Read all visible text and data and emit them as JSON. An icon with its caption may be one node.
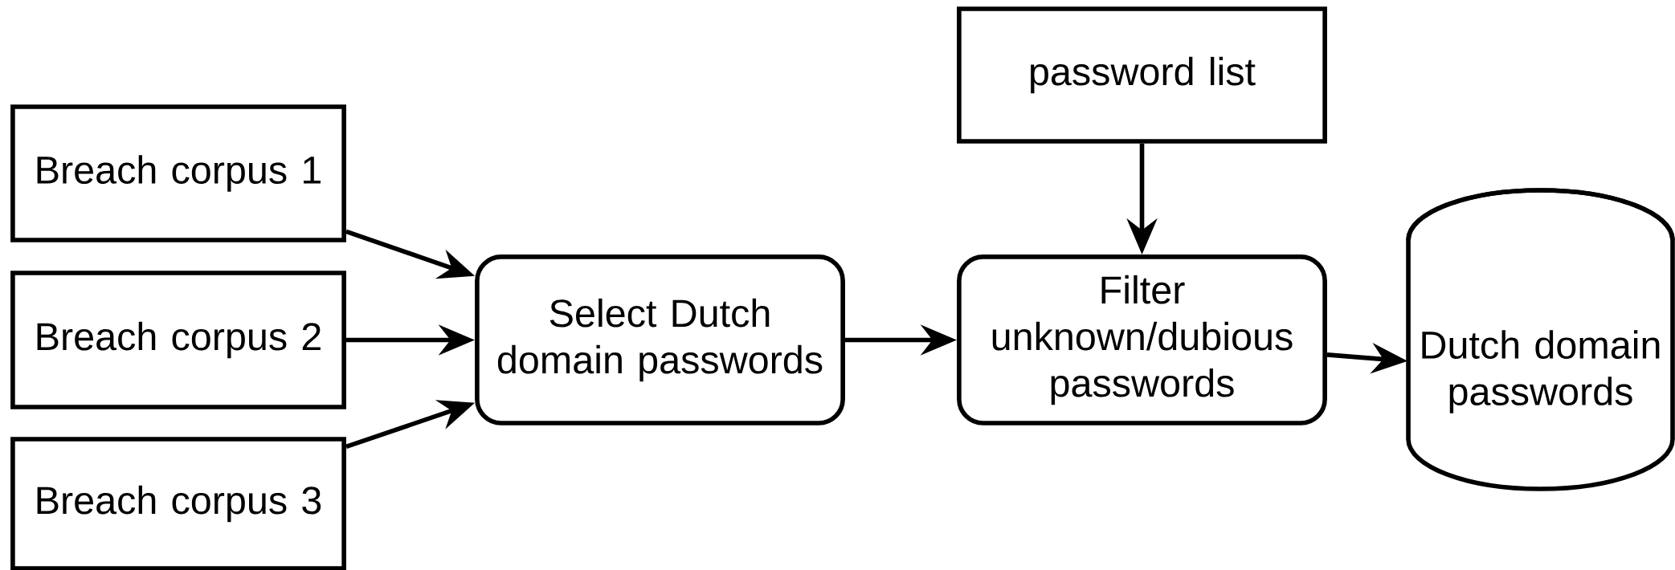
{
  "diagram": {
    "nodes": [
      {
        "text": [
          "Breach corpus 1"
        ]
      },
      {
        "text": [
          "Breach corpus 2"
        ]
      },
      {
        "text": [
          "Breach corpus 3"
        ]
      },
      {
        "text": [
          "Select Dutch domain passwords"
        ]
      },
      {
        "text": [
          "password list"
        ]
      },
      {
        "text": [
          "Filter unknown/dubious passwords"
        ]
      },
      {
        "text": [
          "Dutch domain passwords"
        ]
      }
    ],
    "edges": [
      {
        "from": 0,
        "to": 3,
        "arrow": "to"
      },
      {
        "from": 1,
        "to": 3,
        "arrow": "to"
      },
      {
        "from": 2,
        "to": 3,
        "arrow": "to"
      },
      {
        "from": 3,
        "to": 5,
        "arrow": "to"
      },
      {
        "from": 4,
        "to": 5,
        "arrow": "to"
      },
      {
        "from": 5,
        "to": 6,
        "arrow": "to"
      }
    ]
  }
}
